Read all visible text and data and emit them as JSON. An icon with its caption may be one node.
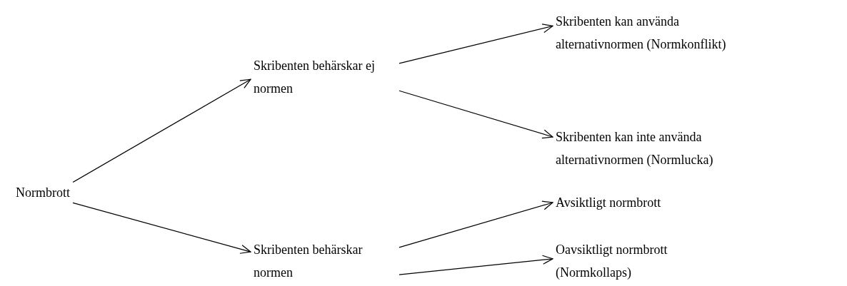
{
  "diagram": {
    "nodes": [
      {
        "text": [
          "Normbrott"
        ]
      },
      {
        "text": [
          "Skribenten behärskar ej normen"
        ]
      },
      {
        "text": [
          "Skribenten behärskar normen"
        ]
      },
      {
        "text": [
          "Skribenten kan använda alternativnormen (Normkonflikt)"
        ]
      },
      {
        "text": [
          "Skribenten kan inte använda alternativnormen (Normlucka)"
        ]
      },
      {
        "text": [
          "Avsiktligt normbrott"
        ]
      },
      {
        "text": [
          "Oavsiktligt normbrott (Normkollaps)"
        ]
      }
    ],
    "edges": [
      {
        "from": 0,
        "to": 1,
        "arrow": "to"
      },
      {
        "from": 0,
        "to": 2,
        "arrow": "to"
      },
      {
        "from": 1,
        "to": 3,
        "arrow": "to"
      },
      {
        "from": 1,
        "to": 4,
        "arrow": "to"
      },
      {
        "from": 2,
        "to": 5,
        "arrow": "to"
      },
      {
        "from": 2,
        "to": 6,
        "arrow": "to"
      }
    ]
  }
}
